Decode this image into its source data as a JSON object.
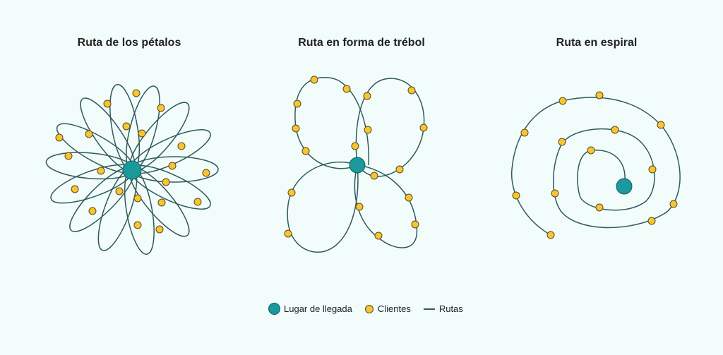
{
  "titles": {
    "petals": "Ruta de los pétalos",
    "clover": "Ruta en forma de trébol",
    "spiral": "Ruta en espiral"
  },
  "legend": {
    "arrival": "Lugar de llegada",
    "clients": "Clientes",
    "routes": "Rutas"
  },
  "colors": {
    "background": "#f2fcfb",
    "arrival": "#1a9a9c",
    "client": "#f7c531",
    "route": "#2f5a5c"
  }
}
